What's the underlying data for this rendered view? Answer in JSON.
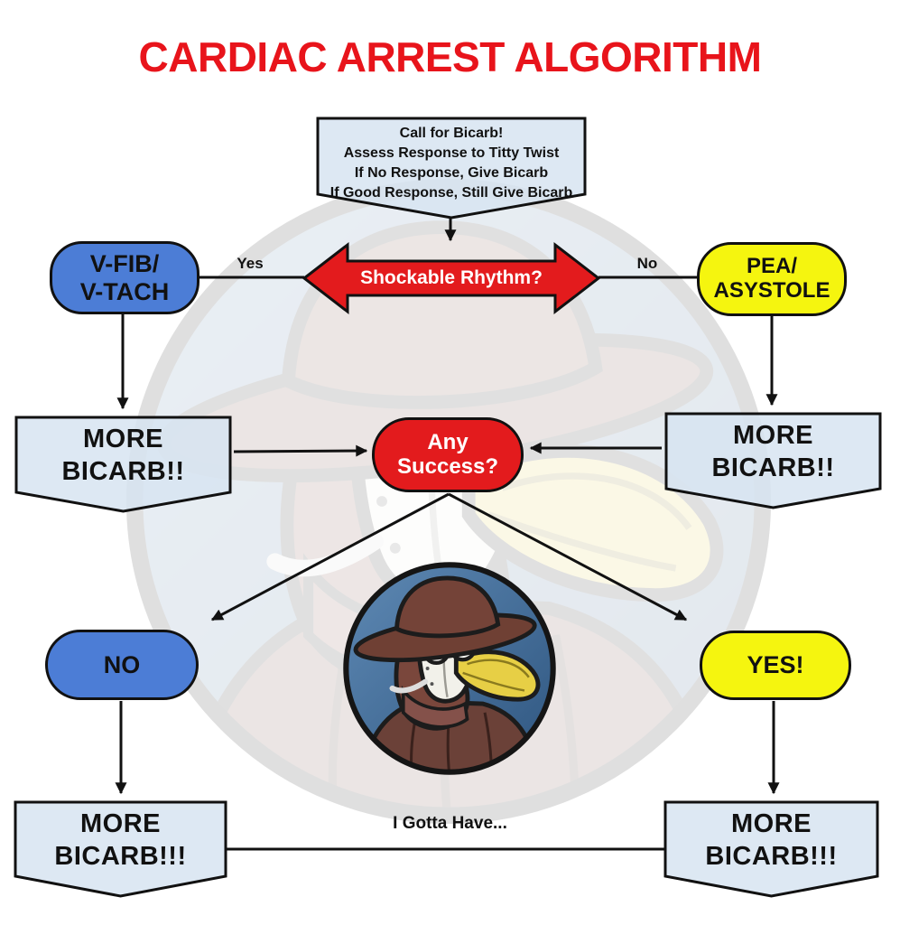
{
  "title": "CARDIAC ARREST ALGORITHM",
  "flow": {
    "start_box": {
      "line1": "Call for Bicarb!",
      "line2": "Assess Response to Titty Twist",
      "line3": "If No Response, Give Bicarb",
      "line4": "If Good Response, Still Give Bicarb"
    },
    "decision_arrow": {
      "label": "Shockable Rhythm?"
    },
    "branch_yes_label": "Yes",
    "branch_no_label": "No",
    "vfib_node": {
      "line1": "V-FIB/",
      "line2": "V-TACH"
    },
    "pea_node": {
      "line1": "PEA/",
      "line2": "ASYSTOLE"
    },
    "more_bicarb_left": {
      "line1": "MORE",
      "line2": "BICARB!!"
    },
    "more_bicarb_right": {
      "line1": "MORE",
      "line2": "BICARB!!"
    },
    "any_success_node": {
      "line1": "Any",
      "line2": "Success?"
    },
    "no_node": {
      "label": "NO"
    },
    "yes_node": {
      "label": "YES!"
    },
    "more_bicarb_final_left": {
      "line1": "MORE",
      "line2": "BICARB!!!"
    },
    "more_bicarb_final_right": {
      "line1": "MORE",
      "line2": "BICARB!!!"
    },
    "caption": "I Gotta Have..."
  },
  "mascot": {
    "icon": "plague-doctor-logo"
  },
  "colors": {
    "title_red": "#e8141b",
    "arrow_red": "#e31b1d",
    "node_blue": "#4c7dd6",
    "node_yellow": "#f5f50f",
    "banner_blue": "#d7e4f1",
    "outline": "#111111"
  }
}
